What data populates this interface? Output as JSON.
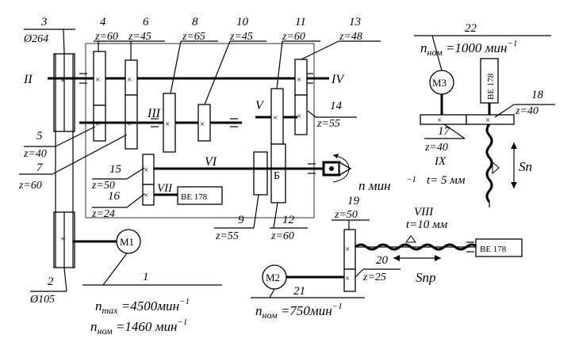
{
  "parts": [
    {
      "num": "1"
    },
    {
      "num": "2",
      "size": "Ø105"
    },
    {
      "num": "3",
      "size": "Ø264"
    },
    {
      "num": "4",
      "z": "z=60"
    },
    {
      "num": "5",
      "z": "z=40"
    },
    {
      "num": "6",
      "z": "z=45"
    },
    {
      "num": "7",
      "z": "z=60"
    },
    {
      "num": "8",
      "z": "z=65"
    },
    {
      "num": "9",
      "z": "z=55"
    },
    {
      "num": "10",
      "z": "z=45"
    },
    {
      "num": "11",
      "z": "z=60"
    },
    {
      "num": "12",
      "z": "z=60"
    },
    {
      "num": "13",
      "z": "z=48"
    },
    {
      "num": "14",
      "z": "z=55"
    },
    {
      "num": "15",
      "z": "z=50"
    },
    {
      "num": "16",
      "z": "z=24"
    },
    {
      "num": "17",
      "z": "z=40"
    },
    {
      "num": "18",
      "z": "z=40"
    },
    {
      "num": "19",
      "z": "z=50"
    },
    {
      "num": "20",
      "z": "z=25"
    },
    {
      "num": "21"
    },
    {
      "num": "22"
    }
  ],
  "shafts": {
    "II": "II",
    "III": "III",
    "IV": "IV",
    "V": "V",
    "VI": "VI",
    "VII": "VII",
    "VIII": "VIII",
    "IX": "IX"
  },
  "motors": {
    "m1": "M1",
    "m2": "M2",
    "m3": "M3"
  },
  "sensors": {
    "a": "BE 178",
    "b": "BE 178",
    "c": "BE 178"
  },
  "coupling": "Б",
  "labels": {
    "n_out": "n мин",
    "n_out_sup": "−1",
    "pitch_ix": "t= 5 мм",
    "pitch_viii": "t=10 мм",
    "s_p": "Sп",
    "s_pr": "Sпр",
    "m1_nmax": "n",
    "m1_nmax_sub": "max",
    "m1_nmax_val": " =4500мин",
    "m1_nnom": "n",
    "m1_nnom_sub": "ном",
    "m1_nnom_val": " =1460 мин",
    "m2_nnom": "n",
    "m2_nnom_sub": "ном",
    "m2_nnom_val": " =750мин",
    "m3_nnom": "n",
    "m3_nnom_sub": "ном",
    "m3_nnom_val": " =1000 мин",
    "sup": "−1"
  }
}
